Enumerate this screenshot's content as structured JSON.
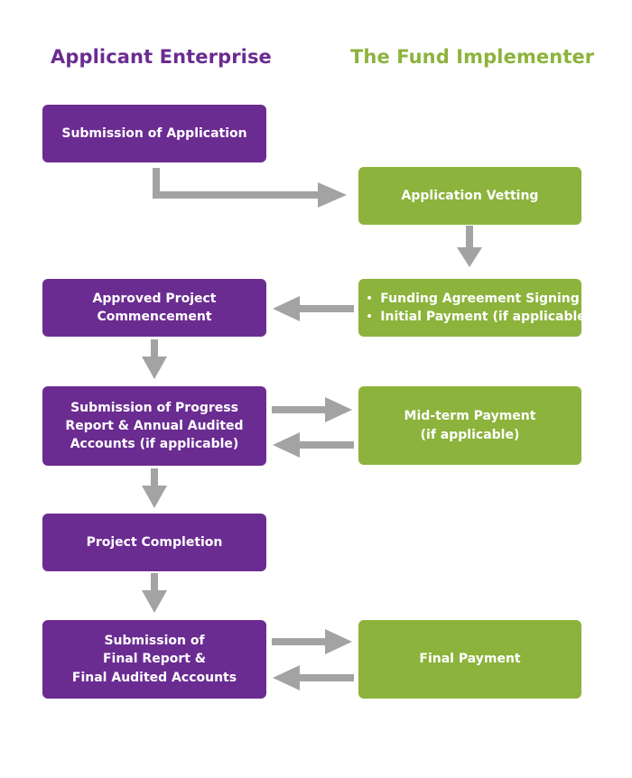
{
  "headers": {
    "left": "Applicant Enterprise",
    "right": "The Fund Implementer"
  },
  "boxes": {
    "submission_application": {
      "lines": [
        "Submission of Application"
      ]
    },
    "application_vetting": {
      "lines": [
        "Application Vetting"
      ]
    },
    "funding_agreement": {
      "items": [
        "Funding Agreement Signing",
        "Initial Payment (if applicable)"
      ]
    },
    "approved_project": {
      "lines": [
        "Approved Project",
        "Commencement"
      ]
    },
    "progress_report": {
      "lines": [
        "Submission of Progress",
        "Report & Annual Audited",
        "Accounts (if applicable)"
      ]
    },
    "midterm_payment": {
      "lines": [
        "Mid-term Payment",
        "(if applicable)"
      ]
    },
    "project_completion": {
      "lines": [
        "Project Completion"
      ]
    },
    "final_report": {
      "lines": [
        "Submission of",
        "Final Report &",
        "Final Audited Accounts"
      ]
    },
    "final_payment": {
      "lines": [
        "Final Payment"
      ]
    }
  },
  "colors": {
    "applicant": "#6b2c91",
    "implementer": "#8cb33c",
    "arrow": "#a3a3a3"
  }
}
